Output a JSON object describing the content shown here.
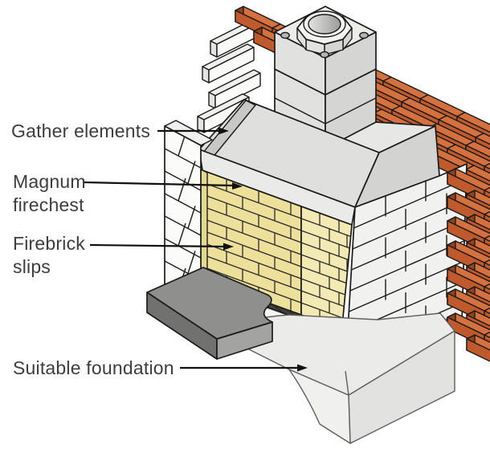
{
  "labels": {
    "gather": {
      "text": "Gather elements"
    },
    "firechest": {
      "line1": "Magnum",
      "line2": "firechest"
    },
    "firebrick": {
      "line1": "Firebrick",
      "line2": "slips"
    },
    "foundation": {
      "text": "Suitable foundation"
    }
  },
  "colors": {
    "outline": "#1a1a1a",
    "grout": "#2b2b2b",
    "label": "#3c3d3d",
    "brick_front": "#c05a2d",
    "brick_top": "#d4713f",
    "brick_end": "#93421e",
    "white_front": "#fafaf8",
    "white_top": "#efefed",
    "white_end": "#e3e3e1",
    "concrete_top": "#ececea",
    "concrete_left": "#e1e1df",
    "concrete_right": "#d5d5d3",
    "gather_ring": "#e7e7e5",
    "gather_front": "#dfdfdd",
    "gather_right": "#d3d3d1",
    "gather_shadow": "#c8c8c6",
    "gather_band": "#eaeae8",
    "face_right": "#f1f1ef",
    "jamb": "#fbfbf9",
    "firebrick_back": "#ede09b",
    "firebrick_side": "#f3eab3",
    "firebrick_floor": "#f0e5a5",
    "firebrick_slips": "#e5d88f",
    "hearth_top": "#8f8f8d",
    "hearth_left": "#717170",
    "hearth_front": "#a3a3a1",
    "foundation_top": "#ebebe9",
    "foundation_right": "#e2e2e0",
    "foundation_left": "#f0f0ee",
    "foundation_line": "#5f5f5f",
    "base_strip": "#f6f6f4",
    "collar": "#f3f3f1",
    "flue_rim": "#f6f6f4",
    "flue_light": "#e3e3e1",
    "flue_dark": "#9b9b99",
    "bolt": "#b5b5b3"
  }
}
